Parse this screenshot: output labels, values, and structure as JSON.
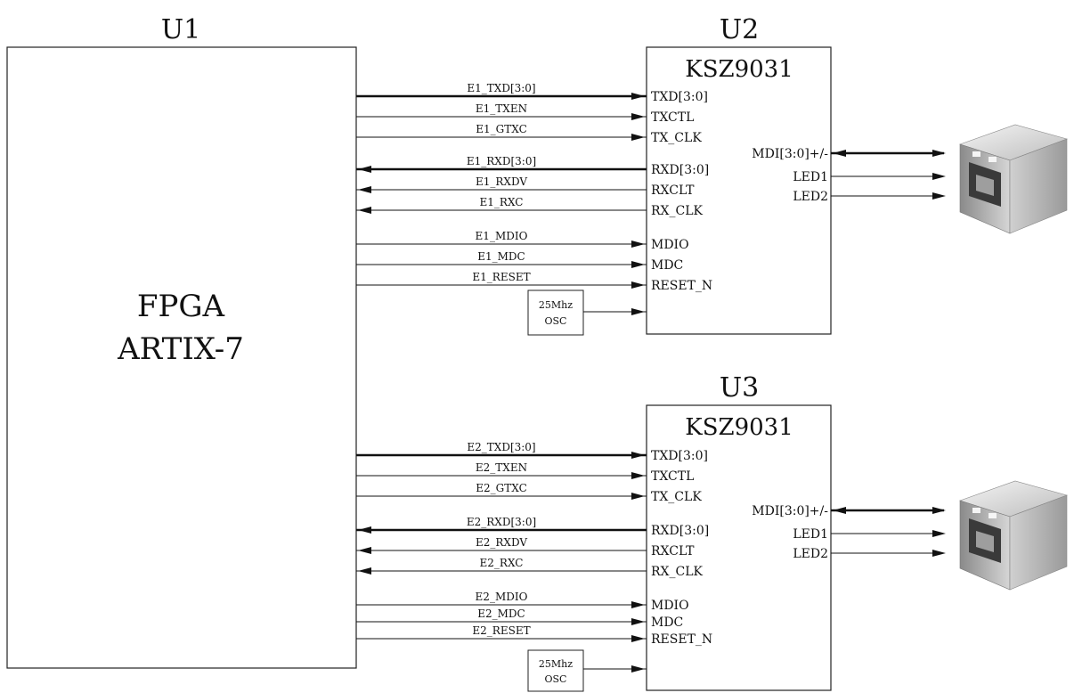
{
  "fpga": {
    "ref": "U1",
    "name_line1": "FPGA",
    "name_line2": "ARTIX-7"
  },
  "phys": [
    {
      "ref": "U2",
      "chip": "KSZ9031",
      "signals": [
        {
          "net": "E1_TXD[3:0]",
          "pin": "TXD[3:0]",
          "dir": "out",
          "bus": true
        },
        {
          "net": "E1_TXEN",
          "pin": "TXCTL",
          "dir": "out",
          "bus": false
        },
        {
          "net": "E1_GTXC",
          "pin": "TX_CLK",
          "dir": "out",
          "bus": false
        },
        {
          "net": "E1_RXD[3:0]",
          "pin": "RXD[3:0]",
          "dir": "in",
          "bus": true
        },
        {
          "net": "E1_RXDV",
          "pin": "RXCLT",
          "dir": "in",
          "bus": false
        },
        {
          "net": "E1_RXC",
          "pin": "RX_CLK",
          "dir": "in",
          "bus": false
        },
        {
          "net": "E1_MDIO",
          "pin": "MDIO",
          "dir": "out",
          "bus": false
        },
        {
          "net": "E1_MDC",
          "pin": "MDC",
          "dir": "out",
          "bus": false
        },
        {
          "net": "E1_RESET",
          "pin": "RESET_N",
          "dir": "out",
          "bus": false
        }
      ],
      "osc_line1": "25Mhz",
      "osc_line2": "OSC",
      "right_pins": [
        {
          "pin": "MDI[3:0]+/-",
          "type": "bidir"
        },
        {
          "pin": "LED1",
          "type": "out"
        },
        {
          "pin": "LED2",
          "type": "out"
        }
      ]
    },
    {
      "ref": "U3",
      "chip": "KSZ9031",
      "signals": [
        {
          "net": "E2_TXD[3:0]",
          "pin": "TXD[3:0]",
          "dir": "out",
          "bus": true
        },
        {
          "net": "E2_TXEN",
          "pin": "TXCTL",
          "dir": "out",
          "bus": false
        },
        {
          "net": "E2_GTXC",
          "pin": "TX_CLK",
          "dir": "out",
          "bus": false
        },
        {
          "net": "E2_RXD[3:0]",
          "pin": "RXD[3:0]",
          "dir": "in",
          "bus": true
        },
        {
          "net": "E2_RXDV",
          "pin": "RXCLT",
          "dir": "in",
          "bus": false
        },
        {
          "net": "E2_RXC",
          "pin": "RX_CLK",
          "dir": "in",
          "bus": false
        },
        {
          "net": "E2_MDIO",
          "pin": "MDIO",
          "dir": "out",
          "bus": false
        },
        {
          "net": "E2_MDC",
          "pin": "MDC",
          "dir": "out",
          "bus": false
        },
        {
          "net": "E2_RESET",
          "pin": "RESET_N",
          "dir": "out",
          "bus": false
        }
      ],
      "osc_line1": "25Mhz",
      "osc_line2": "OSC",
      "right_pins": [
        {
          "pin": "MDI[3:0]+/-",
          "type": "bidir"
        },
        {
          "pin": "LED1",
          "type": "out"
        },
        {
          "pin": "LED2",
          "type": "out"
        }
      ]
    }
  ],
  "icons": {
    "connector": "rj45-connector-icon"
  }
}
